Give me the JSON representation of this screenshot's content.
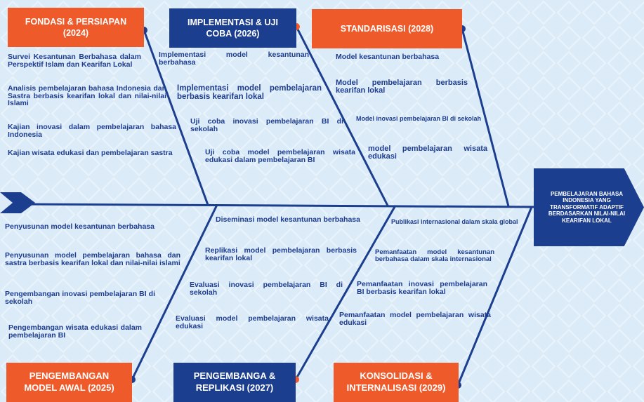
{
  "colors": {
    "navy": "#1c3e8e",
    "orange": "#ef5a2a",
    "background": "#dcebf8",
    "text": "#1e3d8f"
  },
  "head": "PEMBELAJARAN BAHASA INDONESIA YANG TRANSFORMATIF ADAPTIF BERDASARKAN NILAI-NILAI KEARIFAN LOKAL",
  "top": [
    {
      "title": "FONDASI & PERSIAPAN (2024)",
      "items": [
        "Survei Kesantunan Berbahasa dalam Perspektif Islam dan Kearifan Lokal",
        "Analisis pembelajaran bahasa Indonesia dan Sastra berbasis kearifan lokal dan nilai-nilai Islami",
        "Kajian inovasi dalam pembelajaran bahasa Indonesia",
        "Kajian wisata edukasi dan pembelajaran sastra"
      ]
    },
    {
      "title": "IMPLEMENTASI & UJI COBA (2026)",
      "items": [
        "Implementasi model kesantunan berbahasa",
        "Implementasi model pembelajaran berbasis kearifan lokal",
        "Uji coba inovasi pembelajaran BI di sekolah",
        "Uji coba model pembelajaran wisata edukasi dalam pembelajaran BI"
      ]
    },
    {
      "title": "STANDARISASI (2028)",
      "items": [
        "Model kesantunan berbahasa",
        "Model pembelajaran berbasis kearifan lokal",
        "Model inovasi pembelajaran BI di sekolah",
        "model pembelajaran wisata edukasi"
      ]
    }
  ],
  "bottom": [
    {
      "title": "PENGEMBANGAN MODEL AWAL (2025)",
      "items": [
        "Penyusunan model kesantunan berbahasa",
        "Penyusunan model pembelajaran bahasa dan sastra berbasis kearifan lokal dan nilai-nilai islami",
        "Pengembangan inovasi pembelajaran BI di sekolah",
        "Pengembangan wisata edukasi dalam pembelajaran BI"
      ]
    },
    {
      "title": "PENGEMBANGA & REPLIKASI (2027)",
      "items": [
        "Diseminasi model kesantunan berbahasa",
        "Replikasi model pembelajaran berbasis kearifan lokal",
        "Evaluasi inovasi pembelajaran BI di sekolah",
        "Evaluasi model pembelajaran wisata edukasi"
      ]
    },
    {
      "title": "KONSOLIDASI & INTERNALISASI (2029)",
      "items": [
        "Publikasi internasional dalam skala global",
        "Pemanfaatan model kesantunan berbahasa dalam skala internasional",
        "Pemanfaatan inovasi pembelajaran BI berbasis kearifan lokal",
        "Pemanfaatan model pembelajaran wisata edukasi"
      ]
    }
  ]
}
